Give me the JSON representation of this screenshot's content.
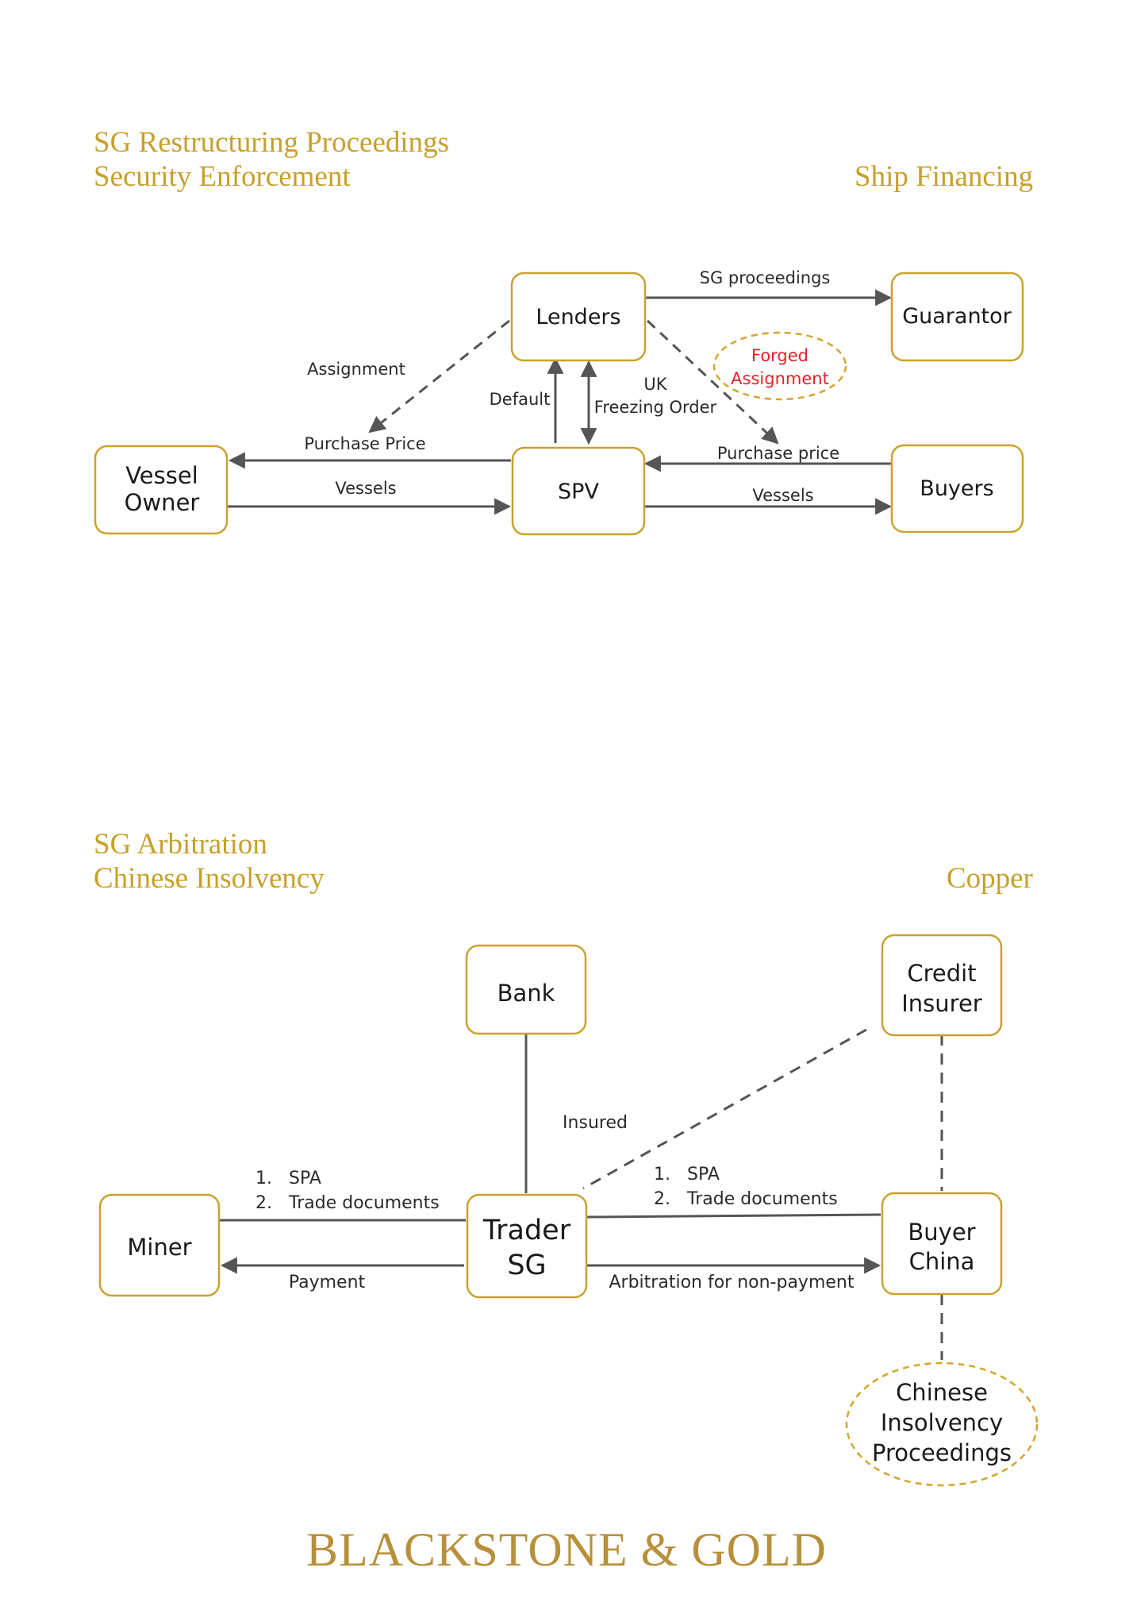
{
  "colors": {
    "gold": "#C8A02A",
    "box_border": "#C9A22E",
    "line": "#555555",
    "red": "#E8202A"
  },
  "section1": {
    "heading_line1": "SG Restructuring Proceedings",
    "heading_line2": "Security Enforcement",
    "topic": "Ship Financing",
    "nodes": {
      "lenders": "Lenders",
      "guarantor": "Guarantor",
      "vessel_owner_1": "Vessel",
      "vessel_owner_2": "Owner",
      "spv": "SPV",
      "buyers": "Buyers",
      "forged_1": "Forged",
      "forged_2": "Assignment"
    },
    "edges": {
      "sg_proceedings": "SG proceedings",
      "assignment": "Assignment",
      "default": "Default",
      "uk": "UK",
      "freezing_order": "Freezing Order",
      "purchase_price_left": "Purchase Price",
      "vessels_left": "Vessels",
      "purchase_price_right": "Purchase price",
      "vessels_right": "Vessels"
    }
  },
  "section2": {
    "heading_line1": "SG Arbitration",
    "heading_line2": "Chinese Insolvency",
    "topic": "Copper",
    "nodes": {
      "bank": "Bank",
      "credit_1": "Credit",
      "credit_2": "Insurer",
      "miner": "Miner",
      "trader_1": "Trader",
      "trader_2": "SG",
      "buyer_1": "Buyer",
      "buyer_2": "China",
      "chinese_1": "Chinese",
      "chinese_2": "Insolvency",
      "chinese_3": "Proceedings"
    },
    "edges": {
      "insured": "Insured",
      "left_item1_num": "1.",
      "left_item1": "SPA",
      "left_item2_num": "2.",
      "left_item2": "Trade documents",
      "payment": "Payment",
      "right_item1_num": "1.",
      "right_item1": "SPA",
      "right_item2_num": "2.",
      "right_item2": "Trade documents",
      "arbitration": "Arbitration for non-payment"
    }
  },
  "footer": "BLACKSTONE & GOLD"
}
